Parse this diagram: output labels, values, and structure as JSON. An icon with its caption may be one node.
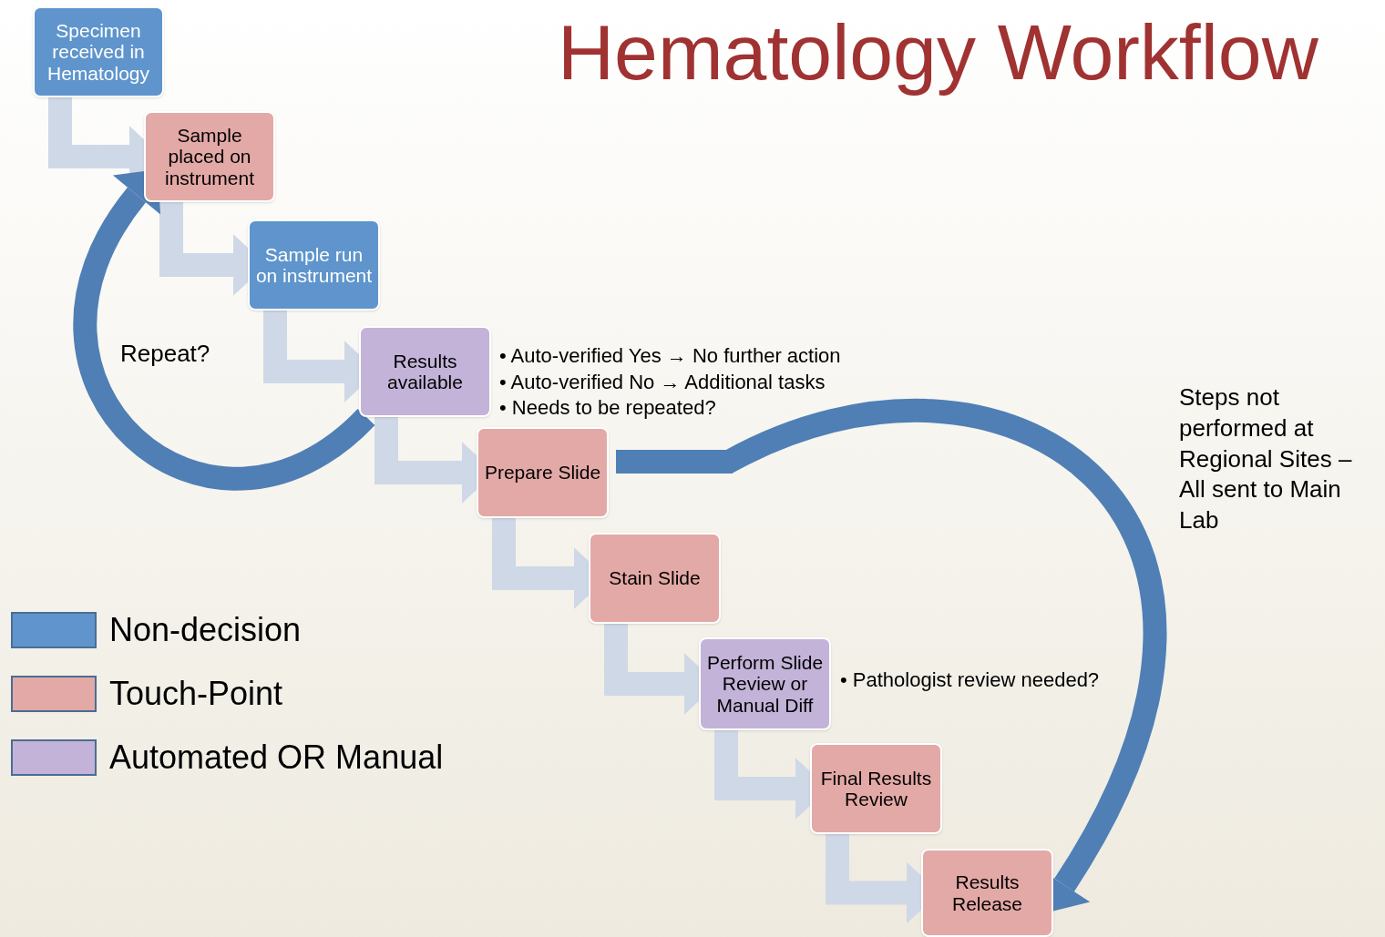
{
  "diagram": {
    "title": "Hematology Workflow",
    "nodes": [
      {
        "text": [
          "Specimen received in Hematology"
        ]
      },
      {
        "text": [
          "Sample placed on instrument"
        ]
      },
      {
        "text": [
          "Sample run on instrument"
        ]
      },
      {
        "text": [
          "Results available"
        ],
        "beside": [
          "• Auto-verified Yes → No further action",
          "• Auto-verified No → Additional tasks",
          "• Needs to be repeated?"
        ]
      },
      {
        "text": [
          "Prepare Slide"
        ]
      },
      {
        "text": [
          "Stain Slide"
        ]
      },
      {
        "text": [
          "Perform Slide Review or Manual Diff"
        ],
        "beside": [
          "• Pathologist review needed?"
        ]
      },
      {
        "text": [
          "Final Results Review"
        ]
      },
      {
        "text": [
          "Results Release"
        ]
      }
    ],
    "edges": [
      {
        "from": 0,
        "to": 1,
        "arrow": "to"
      },
      {
        "from": 1,
        "to": 2,
        "arrow": "to"
      },
      {
        "from": 2,
        "to": 3,
        "arrow": "to"
      },
      {
        "from": 3,
        "to": 4,
        "arrow": "to"
      },
      {
        "from": 4,
        "to": 5,
        "arrow": "to"
      },
      {
        "from": 5,
        "to": 6,
        "arrow": "to"
      },
      {
        "from": 6,
        "to": 7,
        "arrow": "to"
      },
      {
        "from": 7,
        "to": 8,
        "arrow": "to"
      },
      {
        "from": 3,
        "to": 1,
        "arrow": "to",
        "label": "Repeat?",
        "color": "#4f7fb5"
      },
      {
        "from": 4,
        "to": 8,
        "arrow": "to",
        "label": "Steps not performed at Regional Sites – All sent to Main Lab",
        "color": "#4f7fb5"
      }
    ],
    "legend": [
      {
        "text": "Non-decision",
        "color": "#5f95cc"
      },
      {
        "text": "Touch-Point",
        "color": "#e3a9a6"
      },
      {
        "text": "Automated OR Manual",
        "color": "#c3b3d8"
      }
    ]
  }
}
